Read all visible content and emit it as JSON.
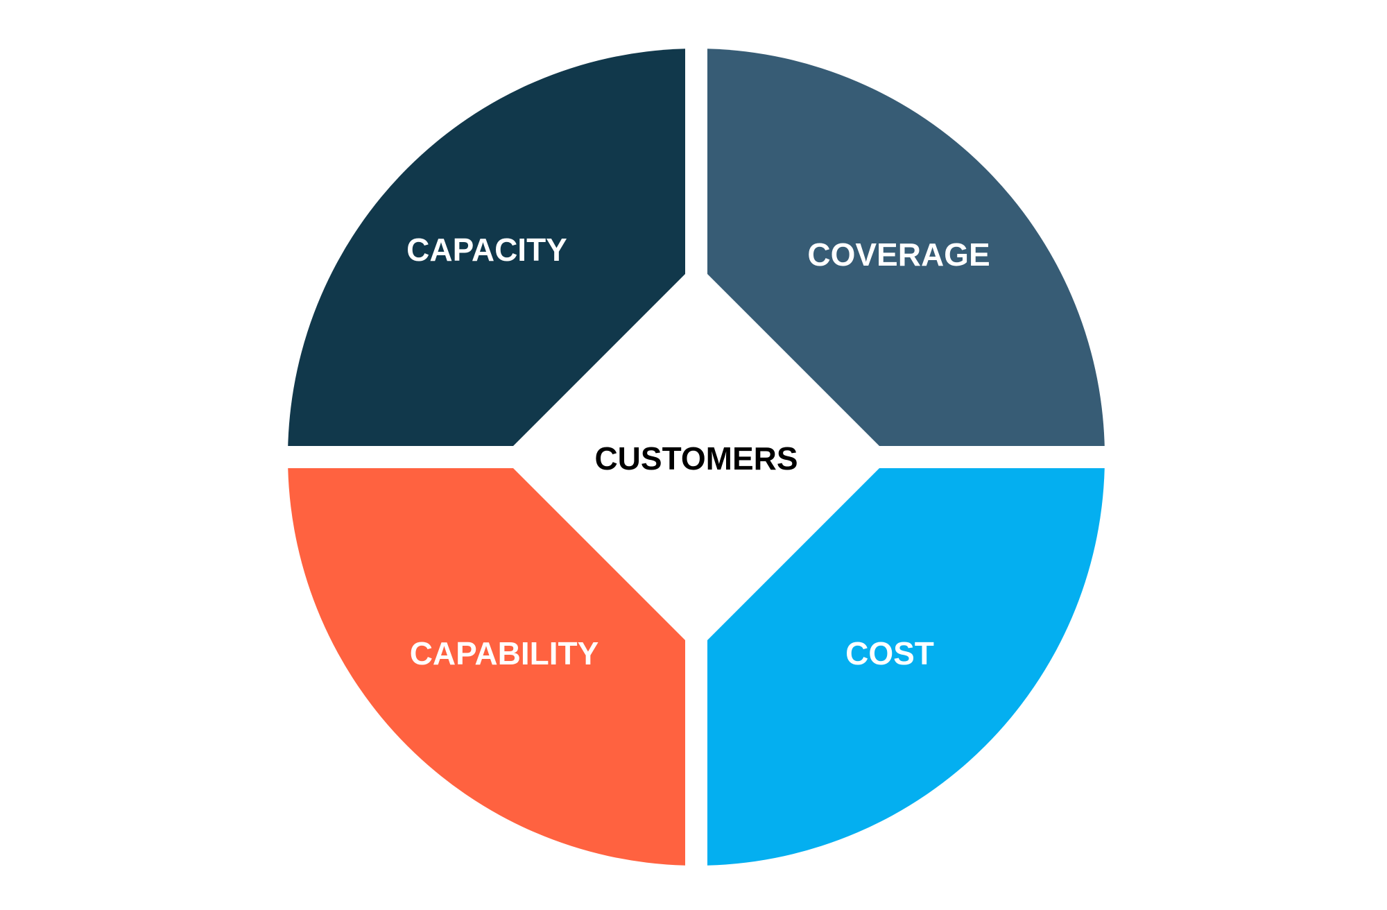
{
  "center_label": "CUSTOMERS",
  "segments": [
    {
      "id": "capacity",
      "label": "CAPACITY",
      "color": "#11384b",
      "quadrant": "top-left"
    },
    {
      "id": "coverage",
      "label": "COVERAGE",
      "color": "#375c75",
      "quadrant": "top-right"
    },
    {
      "id": "capability",
      "label": "CAPABILITY",
      "color": "#ff6240",
      "quadrant": "bottom-left"
    },
    {
      "id": "cost",
      "label": "COST",
      "color": "#04aff0",
      "quadrant": "bottom-right"
    }
  ]
}
